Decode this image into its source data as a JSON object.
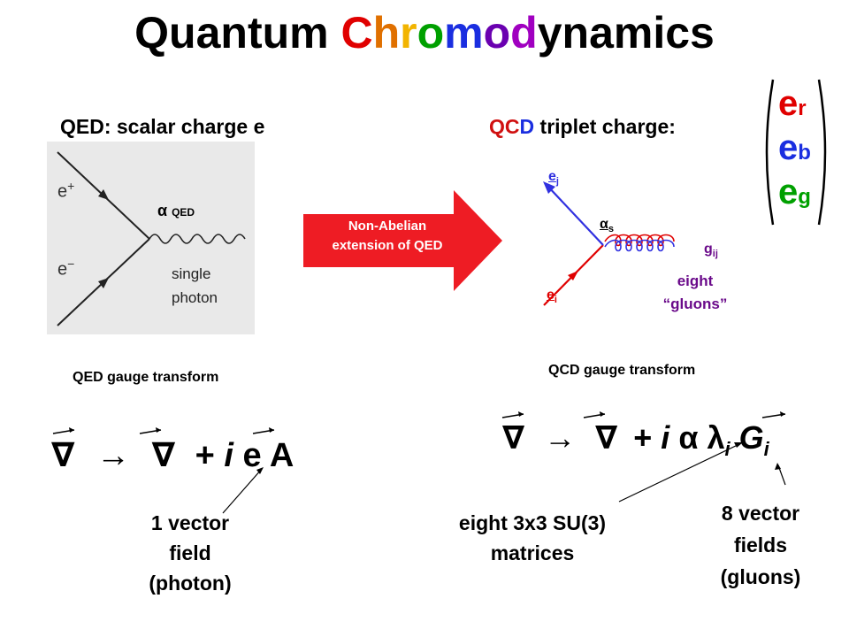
{
  "title": {
    "segments": [
      {
        "text": "Quantum ",
        "color": "#000000"
      },
      {
        "text": "C",
        "color": "#e00000"
      },
      {
        "text": "h",
        "color": "#e07000"
      },
      {
        "text": "r",
        "color": "#f2b400"
      },
      {
        "text": "o",
        "color": "#00a000"
      },
      {
        "text": "m",
        "color": "#1a2ee0"
      },
      {
        "text": "o",
        "color": "#6a00b0"
      },
      {
        "text": "d",
        "color": "#a000c0"
      },
      {
        "text": "ynamics",
        "color": "#000000"
      }
    ]
  },
  "qed_heading": "QED:  scalar charge e",
  "qcd_heading": {
    "q": "Q",
    "c": "C",
    "d": "D",
    "rest": " triplet charge:"
  },
  "color_vector": {
    "e": "e",
    "items": [
      {
        "sub": "r",
        "color": "#e00000"
      },
      {
        "sub": "b",
        "color": "#1a2ee0"
      },
      {
        "sub": "g",
        "color": "#00a000"
      }
    ]
  },
  "qed_diagram": {
    "e_plus": "e",
    "plus_sign": "+",
    "e_minus": "e",
    "minus_sign": "−",
    "alpha": "α",
    "alpha_sub": "QED",
    "photon_line1": "single",
    "photon_line2": "photon"
  },
  "arrow_label_line1": "Non-Abelian",
  "arrow_label_line2": "extension of QED",
  "qcd_diagram": {
    "ej": "e",
    "ej_sub": "j",
    "ei": "e",
    "ei_sub": "i",
    "alpha": "α",
    "alpha_sub": "s",
    "gij": "g",
    "gij_sub": "ij",
    "gluon_line1": "eight",
    "gluon_line2": "“gluons”"
  },
  "qed_transform_label": "QED gauge transform",
  "qcd_transform_label": "QCD gauge transform",
  "qed_equation": {
    "nabla": "∇",
    "arrow": "→",
    "nabla2": "∇",
    "plus": "+",
    "i": "i",
    "e": "e",
    "A": "A"
  },
  "qcd_equation": {
    "nabla": "∇",
    "arrow": "→",
    "nabla2": "∇",
    "plus": "+",
    "i": "i",
    "alpha": "α",
    "lambda": "λ",
    "lambda_sub": "i",
    "G": "G",
    "G_sub": "i"
  },
  "qed_note": {
    "line1": "1 vector",
    "line2": "field",
    "line3": "(photon)"
  },
  "qcd_note_matrices": {
    "line1": "eight 3x3 SU(3)",
    "line2": "matrices"
  },
  "qcd_note_fields": {
    "line1": "8 vector",
    "line2": "fields",
    "line3": "(gluons)"
  },
  "colors": {
    "red_arrow": "#ee1c24",
    "purple": "#6a0a8a",
    "blue_line": "#3030e0",
    "red_line": "#e00000",
    "qcd_q_red": "#d01010",
    "qcd_d_blue": "#1a2ee0"
  }
}
